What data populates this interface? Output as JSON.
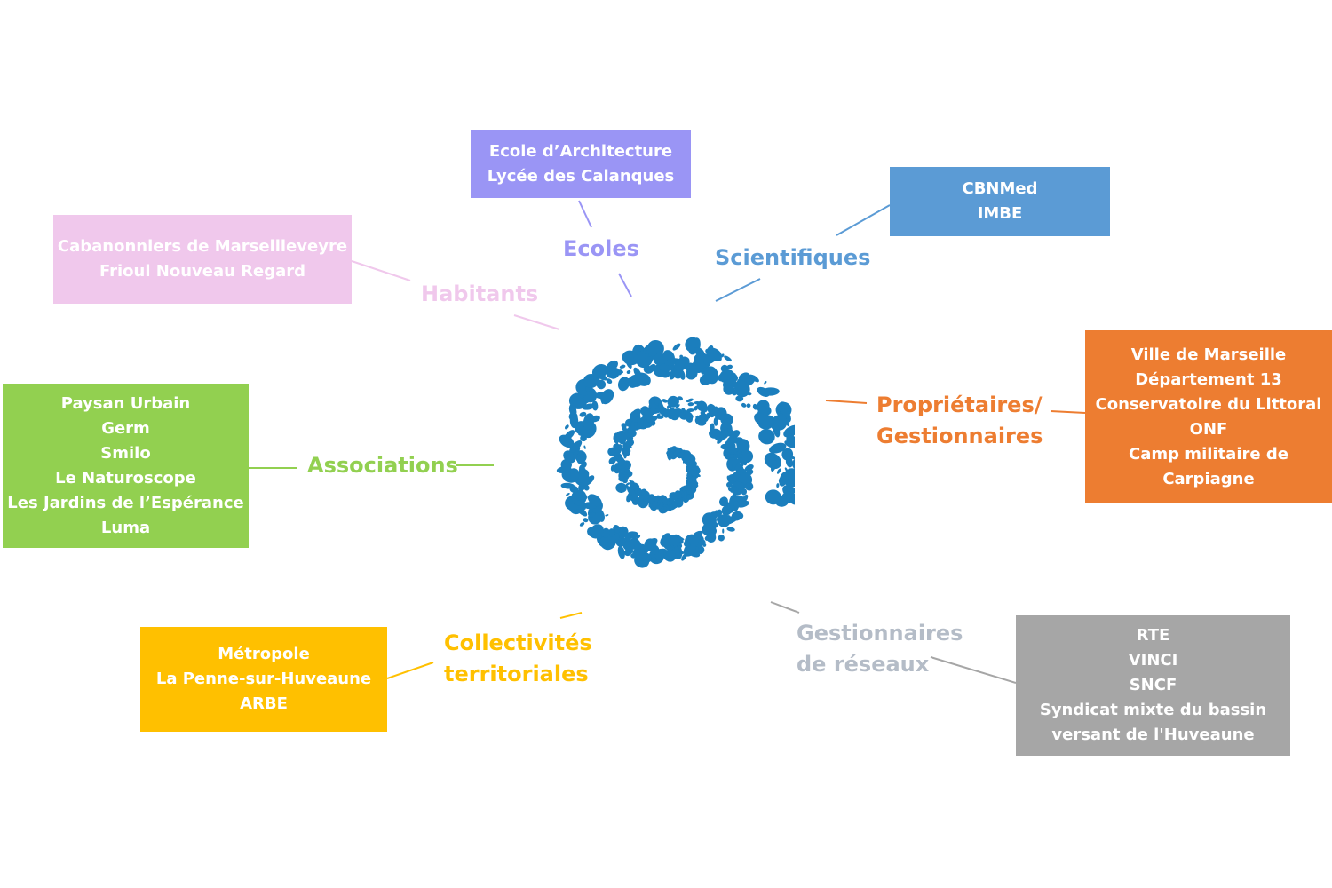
{
  "colors": {
    "ecoles": "#9a95f5",
    "scientifiques": "#5b9bd5",
    "habitants": "#f0c8ec",
    "associations": "#92d050",
    "proprietaires": "#ed7d31",
    "collectivites": "#ffc000",
    "reseaux": "#a6a6a6",
    "reseaux_label": "#b4bcc7",
    "center": "#1b7ebd"
  },
  "groups": {
    "ecoles": {
      "label": [
        "Ecoles"
      ],
      "members": [
        "Ecole d’Architecture",
        "Lycée des Calanques"
      ]
    },
    "scientifiques": {
      "label": [
        "Scientifiques"
      ],
      "members": [
        "CBNMed",
        "IMBE"
      ]
    },
    "habitants": {
      "label": [
        "Habitants"
      ],
      "members": [
        "Cabanonniers de Marseilleveyre",
        "Frioul Nouveau Regard"
      ]
    },
    "associations": {
      "label": [
        "Associations"
      ],
      "members": [
        "Paysan Urbain",
        "Germ",
        "Smilo",
        "Le Naturoscope",
        "Les Jardins de l’Espérance",
        "Luma"
      ]
    },
    "proprietaires": {
      "label": [
        "Propriétaires/",
        "Gestionnaires"
      ],
      "members": [
        "Ville de Marseille",
        "Département 13",
        "Conservatoire du Littoral",
        "ONF",
        "Camp militaire de",
        "Carpiagne"
      ]
    },
    "collectivites": {
      "label": [
        "Collectivités",
        "territoriales"
      ],
      "members": [
        "Métropole",
        "La Penne-sur-Huveaune",
        "ARBE"
      ]
    },
    "reseaux": {
      "label": [
        "Gestionnaires",
        "de réseaux"
      ],
      "members": [
        "RTE",
        "VINCI",
        "SNCF",
        "Syndicat mixte du bassin",
        "versant de l'Huveaune"
      ]
    }
  },
  "center_icon": "spiral-logo-icon"
}
